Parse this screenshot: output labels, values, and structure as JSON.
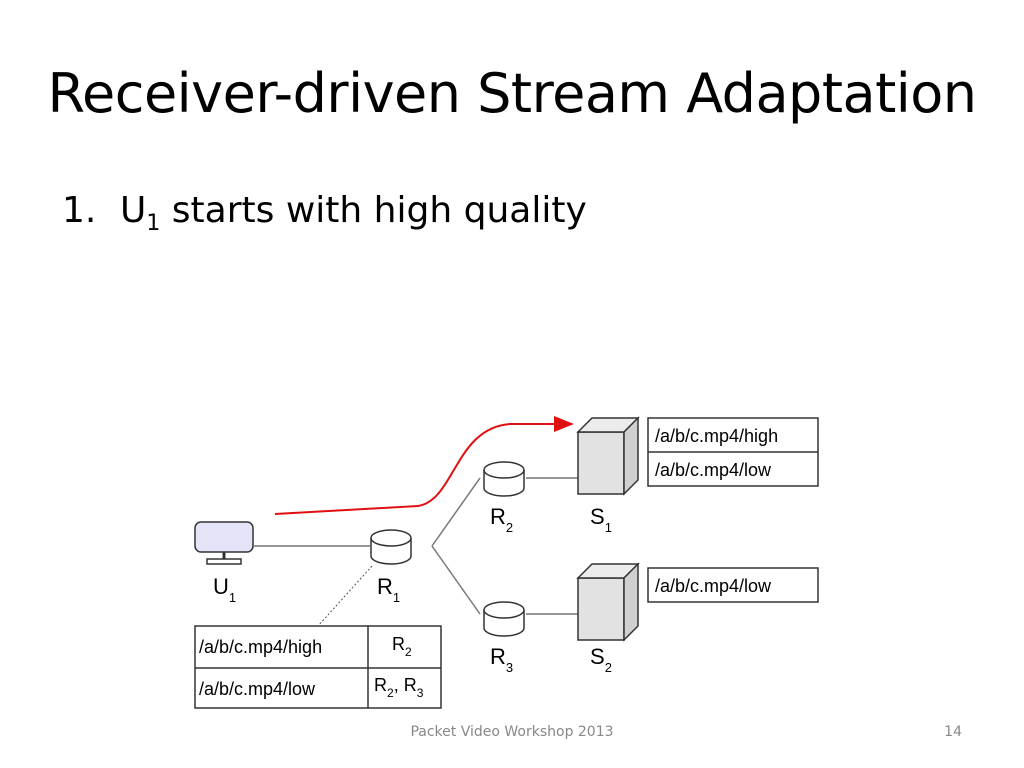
{
  "slide": {
    "title": "Receiver-driven Stream Adaptation",
    "bullet": {
      "number": "1.",
      "text_before": "U",
      "subscript": "1",
      "text_after": " starts with high quality"
    },
    "footer": "Packet Video Workshop 2013",
    "page_number": "14"
  },
  "diagram": {
    "nodes": {
      "u1": {
        "label": "U",
        "sub": "1"
      },
      "r1": {
        "label": "R",
        "sub": "1"
      },
      "r2": {
        "label": "R",
        "sub": "2"
      },
      "r3": {
        "label": "R",
        "sub": "3"
      },
      "s1": {
        "label": "S",
        "sub": "1"
      },
      "s2": {
        "label": "S",
        "sub": "2"
      }
    },
    "s1_contents": [
      "/a/b/c.mp4/high",
      "/a/b/c.mp4/low"
    ],
    "s2_contents": [
      "/a/b/c.mp4/low"
    ],
    "fib": {
      "rows": [
        {
          "prefix": "/a/b/c.mp4/high",
          "faces": [
            {
              "label": "R",
              "sub": "2"
            }
          ]
        },
        {
          "prefix": "/a/b/c.mp4/low",
          "faces": [
            {
              "label": "R",
              "sub": "2"
            },
            {
              "label": "R",
              "sub": "3"
            }
          ]
        }
      ]
    },
    "colors": {
      "request_arrow": "#e01010",
      "monitor_screen": "#e4e4f8",
      "server": "#e2e2e2"
    }
  }
}
